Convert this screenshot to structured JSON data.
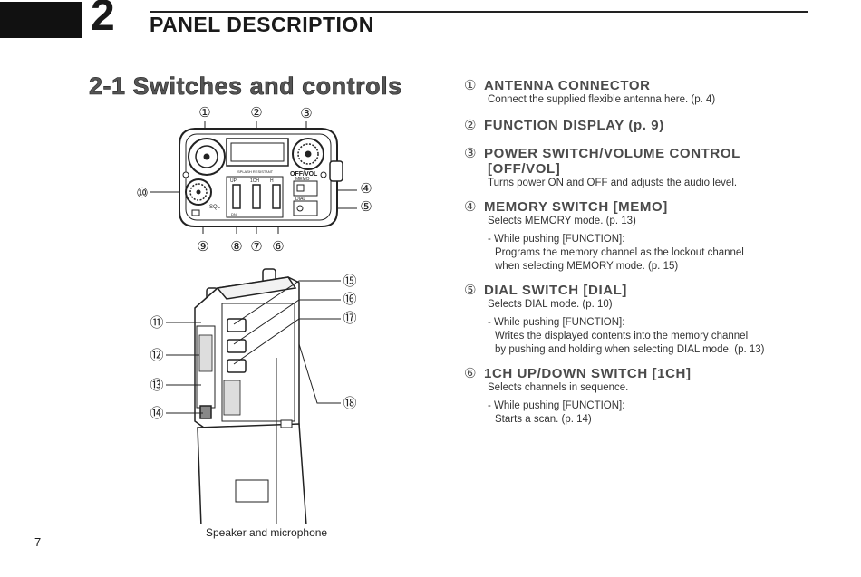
{
  "header": {
    "chapter_number": "2",
    "chapter_title": "PANEL DESCRIPTION",
    "section_title": "2-1 Switches and controls"
  },
  "figure": {
    "top_callouts": [
      "①",
      "②",
      "③"
    ],
    "left_callouts": [
      "⑩"
    ],
    "right_callouts": [
      "④",
      "⑤"
    ],
    "bottom_callouts": [
      "⑨",
      "⑧",
      "⑦",
      "⑥"
    ],
    "radio_left_callouts": [
      "⑪",
      "⑫",
      "⑬",
      "⑭"
    ],
    "radio_right_callouts": [
      "⑮",
      "⑯",
      "⑰",
      "⑱"
    ],
    "panel_labels": {
      "off_vol": "OFF/VOL",
      "splash": "SPLASH RESISTANT",
      "memo": "MEMO",
      "dial": "DIAL",
      "up": "UP",
      "one_ch": "1CH",
      "sql": "SQL",
      "dn": "DN",
      "h": "H"
    },
    "speaker_caption": "Speaker and microphone"
  },
  "items": [
    {
      "num": "①",
      "title": "ANTENNA CONNECTOR",
      "body": [
        "Connect the supplied flexible antenna here. (p. 4)"
      ]
    },
    {
      "num": "②",
      "title": "FUNCTION DISPLAY (p. 9)",
      "body": []
    },
    {
      "num": "③",
      "title": "POWER SWITCH/VOLUME CONTROL",
      "title2": "[OFF/VOL]",
      "body": [
        "Turns power ON and OFF and adjusts the audio level."
      ]
    },
    {
      "num": "④",
      "title": "MEMORY SWITCH [MEMO]",
      "body": [
        "Selects MEMORY mode. (p. 13)"
      ],
      "sub_head": "- While pushing [FUNCTION]:",
      "sub_body": [
        "Programs the memory channel as the lockout channel",
        "when selecting MEMORY mode. (p. 15)"
      ]
    },
    {
      "num": "⑤",
      "title": "DIAL SWITCH [DIAL]",
      "body": [
        "Selects DIAL mode. (p. 10)"
      ],
      "sub_head": "- While pushing [FUNCTION]:",
      "sub_body": [
        "Writes the displayed contents into the memory channel",
        "by pushing and holding when selecting DIAL mode. (p. 13)"
      ]
    },
    {
      "num": "⑥",
      "title": "1CH UP/DOWN SWITCH [1CH]",
      "body": [
        "Selects channels in sequence."
      ],
      "sub_head": "- While pushing [FUNCTION]:",
      "sub_body": [
        "Starts a scan. (p. 14)"
      ]
    }
  ],
  "footer": {
    "page_number": "7"
  }
}
